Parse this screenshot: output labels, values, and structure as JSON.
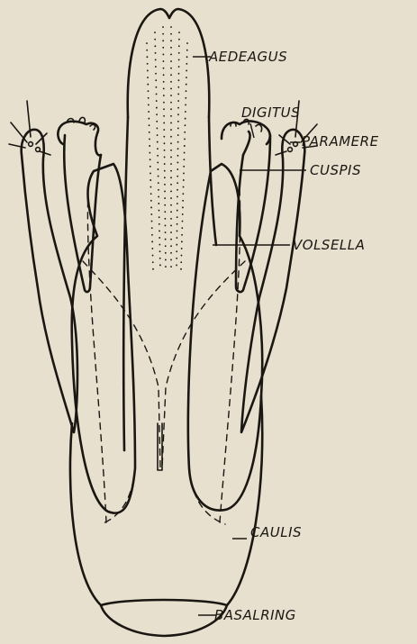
{
  "labels": {
    "aedeagus": "AEDEAGUS",
    "digitus": "DIGITUS",
    "paramere": "PARAMERE",
    "cuspis": "CUSPIS",
    "volsella": "VOLSELLA",
    "caulis": "CAULIS",
    "basalring": "BASALRING"
  },
  "colors": {
    "paper": "#e8e0cf",
    "ink": "#1a1712"
  }
}
